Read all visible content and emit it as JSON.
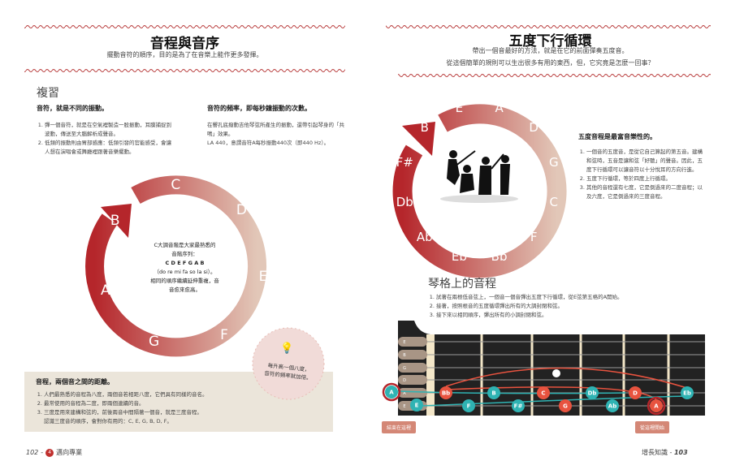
{
  "left": {
    "title": "音程與音序",
    "subtitle": "擺動音符的順序，目的是為了在音樂上能作更多發揮。",
    "review_heading": "複習",
    "col1": {
      "heading": "音符，就是不同的振動。",
      "items": [
        "彈一個音符，就是在空氣裡製造一股振動，耳膜捕捉到波動，傳送至大腦解析成聲音。",
        "低頻的振動則由胃部感應：低頻引發的官能感受，會讓人想在演唱會或舞廳裡跟著音樂擺動。"
      ]
    },
    "col2": {
      "heading": "音符的頻率，即每秒鐘振動的次數。",
      "lines": [
        "在響孔底撥動吉他琴弦所產生的振動，還帶引起琴身的「共鳴」效果。",
        "LA 440，意謂音符A每秒振動440次（即440 Hz）。"
      ]
    },
    "circle": {
      "notes": [
        "C",
        "D",
        "E",
        "F",
        "G",
        "A",
        "B"
      ],
      "center_text": [
        "C大調音階是大家最熟悉的",
        "音階序列：",
        "C D E F G A B",
        "（do re mi fa so la si）。",
        "相同的順序繼續延伸重複，音",
        "音愈來愈高。"
      ]
    },
    "tip": {
      "icon": "lightbulb-icon",
      "text": [
        "每升高一個八度，",
        "音符的頻率就加倍。"
      ]
    },
    "box": {
      "heading": "音程，兩個音之間的距離。",
      "items": [
        "人們最熟悉的音程為八度，兩個音若相距八度，它們具有同樣的音名。",
        "最常使用的音程為二度，即兩個連續的音。",
        "三度是用來建構和弦的，前後兩音中間隔著一個音，就是三度音程。"
      ],
      "extra": "認識三度音的順序，會對你有用的：C, E, G, B, D, F。"
    },
    "footer": {
      "page": "102",
      "chapter": "4",
      "chapter_title": "邁向專業"
    }
  },
  "right": {
    "title": "五度下行循環",
    "subtitle": [
      "帶出一個音最好的方法，就是在它的前面彈奏五度音。",
      "從這個簡單的規則可以生出很多有用的東西，但，它究竟是怎麼一回事？"
    ],
    "circle": {
      "notes": [
        "E",
        "A",
        "D",
        "G",
        "C",
        "F",
        "Bb",
        "Eb",
        "Ab",
        "Db",
        "F#",
        "B"
      ]
    },
    "text": {
      "heading": "五度音程是最富音樂性的。",
      "items": [
        "一個音的五度音，是從它自己算起的第五音。建構和弦時，五音是讓和弦「好聽」的聲音。因此，五度下行循環可以讓音符以十分悅耳的方向行進。",
        "五度下行循環，等於四度上行循環。",
        "其他的音程還有七度，它是倒過來的二度音程；以及六度，它是倒過來的三度音程。"
      ]
    },
    "fret": {
      "heading": "琴格上的音程",
      "items": [
        "試著在兩根低音弦上，一個音一個音彈出五度下行循環，從E弦第五格的A開始。",
        "接著，按照根音的五度循環彈出所有的大調封閉和弦。",
        "接下來以相同順序，彈出所有的小調封閉和弦。"
      ],
      "strings": [
        "E",
        "B",
        "G",
        "D",
        "A",
        "E"
      ],
      "notes": [
        {
          "n": "A",
          "c": "teal"
        },
        {
          "n": "E",
          "c": "teal"
        },
        {
          "n": "Bb",
          "c": "red"
        },
        {
          "n": "F",
          "c": "teal"
        },
        {
          "n": "B",
          "c": "teal"
        },
        {
          "n": "F#",
          "c": "teal"
        },
        {
          "n": "C",
          "c": "red"
        },
        {
          "n": "G",
          "c": "red"
        },
        {
          "n": "Db",
          "c": "teal"
        },
        {
          "n": "Ab",
          "c": "teal"
        },
        {
          "n": "D",
          "c": "red"
        },
        {
          "n": "A",
          "c": "red"
        },
        {
          "n": "Eb",
          "c": "teal"
        }
      ],
      "end_label": "結束在這裡",
      "start_label": "從這裡開始"
    },
    "footer": {
      "section": "增長知識",
      "page": "103"
    }
  },
  "colors": {
    "red": "#e8533f",
    "teal": "#2fb3b3",
    "wave": "#b83a3a",
    "box": "#ebe5da"
  }
}
